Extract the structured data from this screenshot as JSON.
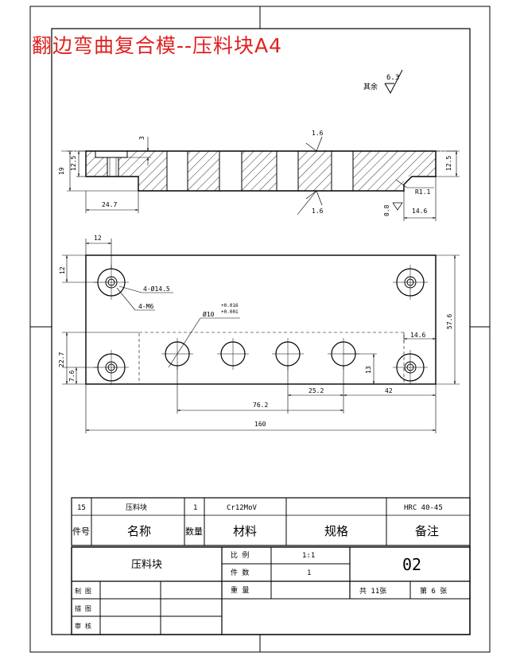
{
  "title": "翻边弯曲复合模--压料块A4",
  "roughness": {
    "label": "其余",
    "value": "6.3"
  },
  "section_view": {
    "dims": {
      "h19": "19",
      "h12_5_left": "12.5",
      "h12_5_right": "12.5",
      "w24_7": "24.7",
      "d3": "3",
      "r1_1": "R1.1",
      "c0_8": "0.8",
      "w14_6": "14.6",
      "ra_top": "1.6",
      "ra_bottom": "1.6"
    }
  },
  "plan_view": {
    "dims": {
      "w12": "12",
      "h12": "12",
      "hole_a": "4-Ø14.5",
      "hole_b": "4-M6",
      "pin": "Ø10",
      "pin_tol_upper": "+0.016",
      "pin_tol_lower": "+0.001",
      "h57_6": "57.6",
      "w14_6": "14.6",
      "h22_7": "22.7",
      "h7_6": "7.6",
      "h13": "13",
      "w25_2": "25.2",
      "w42": "42",
      "w76_2": "76.2",
      "w160": "160"
    }
  },
  "parts_list": {
    "row": {
      "no": "15",
      "name": "压料块",
      "qty": "1",
      "material": "Cr12MoV",
      "spec": "",
      "note": "HRC 40-45"
    },
    "headers": {
      "no": "件号",
      "name": "名称",
      "qty": "数量",
      "material": "材料",
      "spec": "规格",
      "note": "备注"
    }
  },
  "title_block": {
    "part_name": "压料块",
    "scale_label": "比 例",
    "scale_value": "1:1",
    "count_label": "件 数",
    "count_value": "1",
    "weight_label": "重 量",
    "drawing_no": "02",
    "sheets_total": "共 11张",
    "sheet_no": "第 6 张",
    "drawn_label": "制 图",
    "traced_label": "描 图",
    "checked_label": "审 核"
  }
}
